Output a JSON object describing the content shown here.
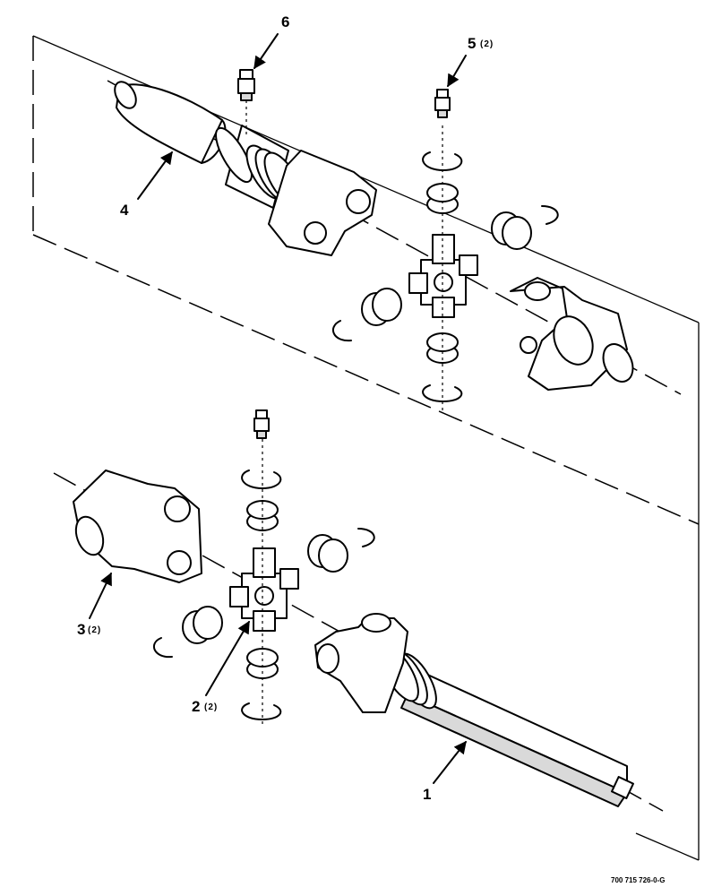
{
  "callouts": {
    "c6": {
      "number": "6",
      "qty": ""
    },
    "c5": {
      "number": "5",
      "qty": "(2)"
    },
    "c4": {
      "number": "4",
      "qty": ""
    },
    "c3": {
      "number": "3",
      "qty": "(2)"
    },
    "c2": {
      "number": "2",
      "qty": "(2)"
    },
    "c1": {
      "number": "1",
      "qty": ""
    }
  },
  "figure_code": "700 715 726-0-G"
}
